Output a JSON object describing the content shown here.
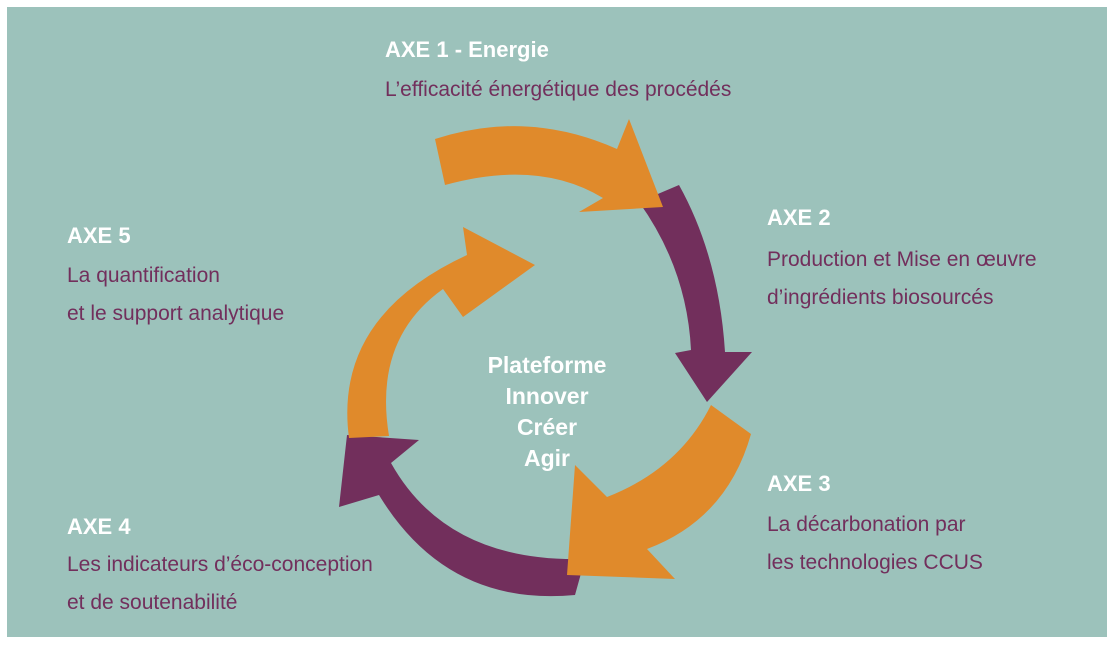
{
  "colors": {
    "background": "#9cc2bb",
    "orange": "#e08a2b",
    "purple": "#722f5c",
    "title_text": "#ffffff",
    "body_text": "#722f5c"
  },
  "center": {
    "lines": [
      "Plateforme",
      "Innover",
      "Créer",
      "Agir"
    ]
  },
  "axes": [
    {
      "title": "AXE 1 - Energie",
      "lines": [
        "L’efficacité énergétique des procédés"
      ],
      "arrow_color": "orange"
    },
    {
      "title": "AXE 2",
      "lines": [
        "Production et Mise en œuvre",
        "d’ingrédients biosourcés"
      ],
      "arrow_color": "purple"
    },
    {
      "title": "AXE 3",
      "lines": [
        "La décarbonation par",
        "les technologies CCUS"
      ],
      "arrow_color": "orange"
    },
    {
      "title": "AXE 4",
      "lines": [
        "Les indicateurs d’éco-conception",
        "et de soutenabilité"
      ],
      "arrow_color": "purple"
    },
    {
      "title": "AXE 5",
      "lines": [
        "La quantification",
        "et le support analytique"
      ],
      "arrow_color": "orange"
    }
  ]
}
